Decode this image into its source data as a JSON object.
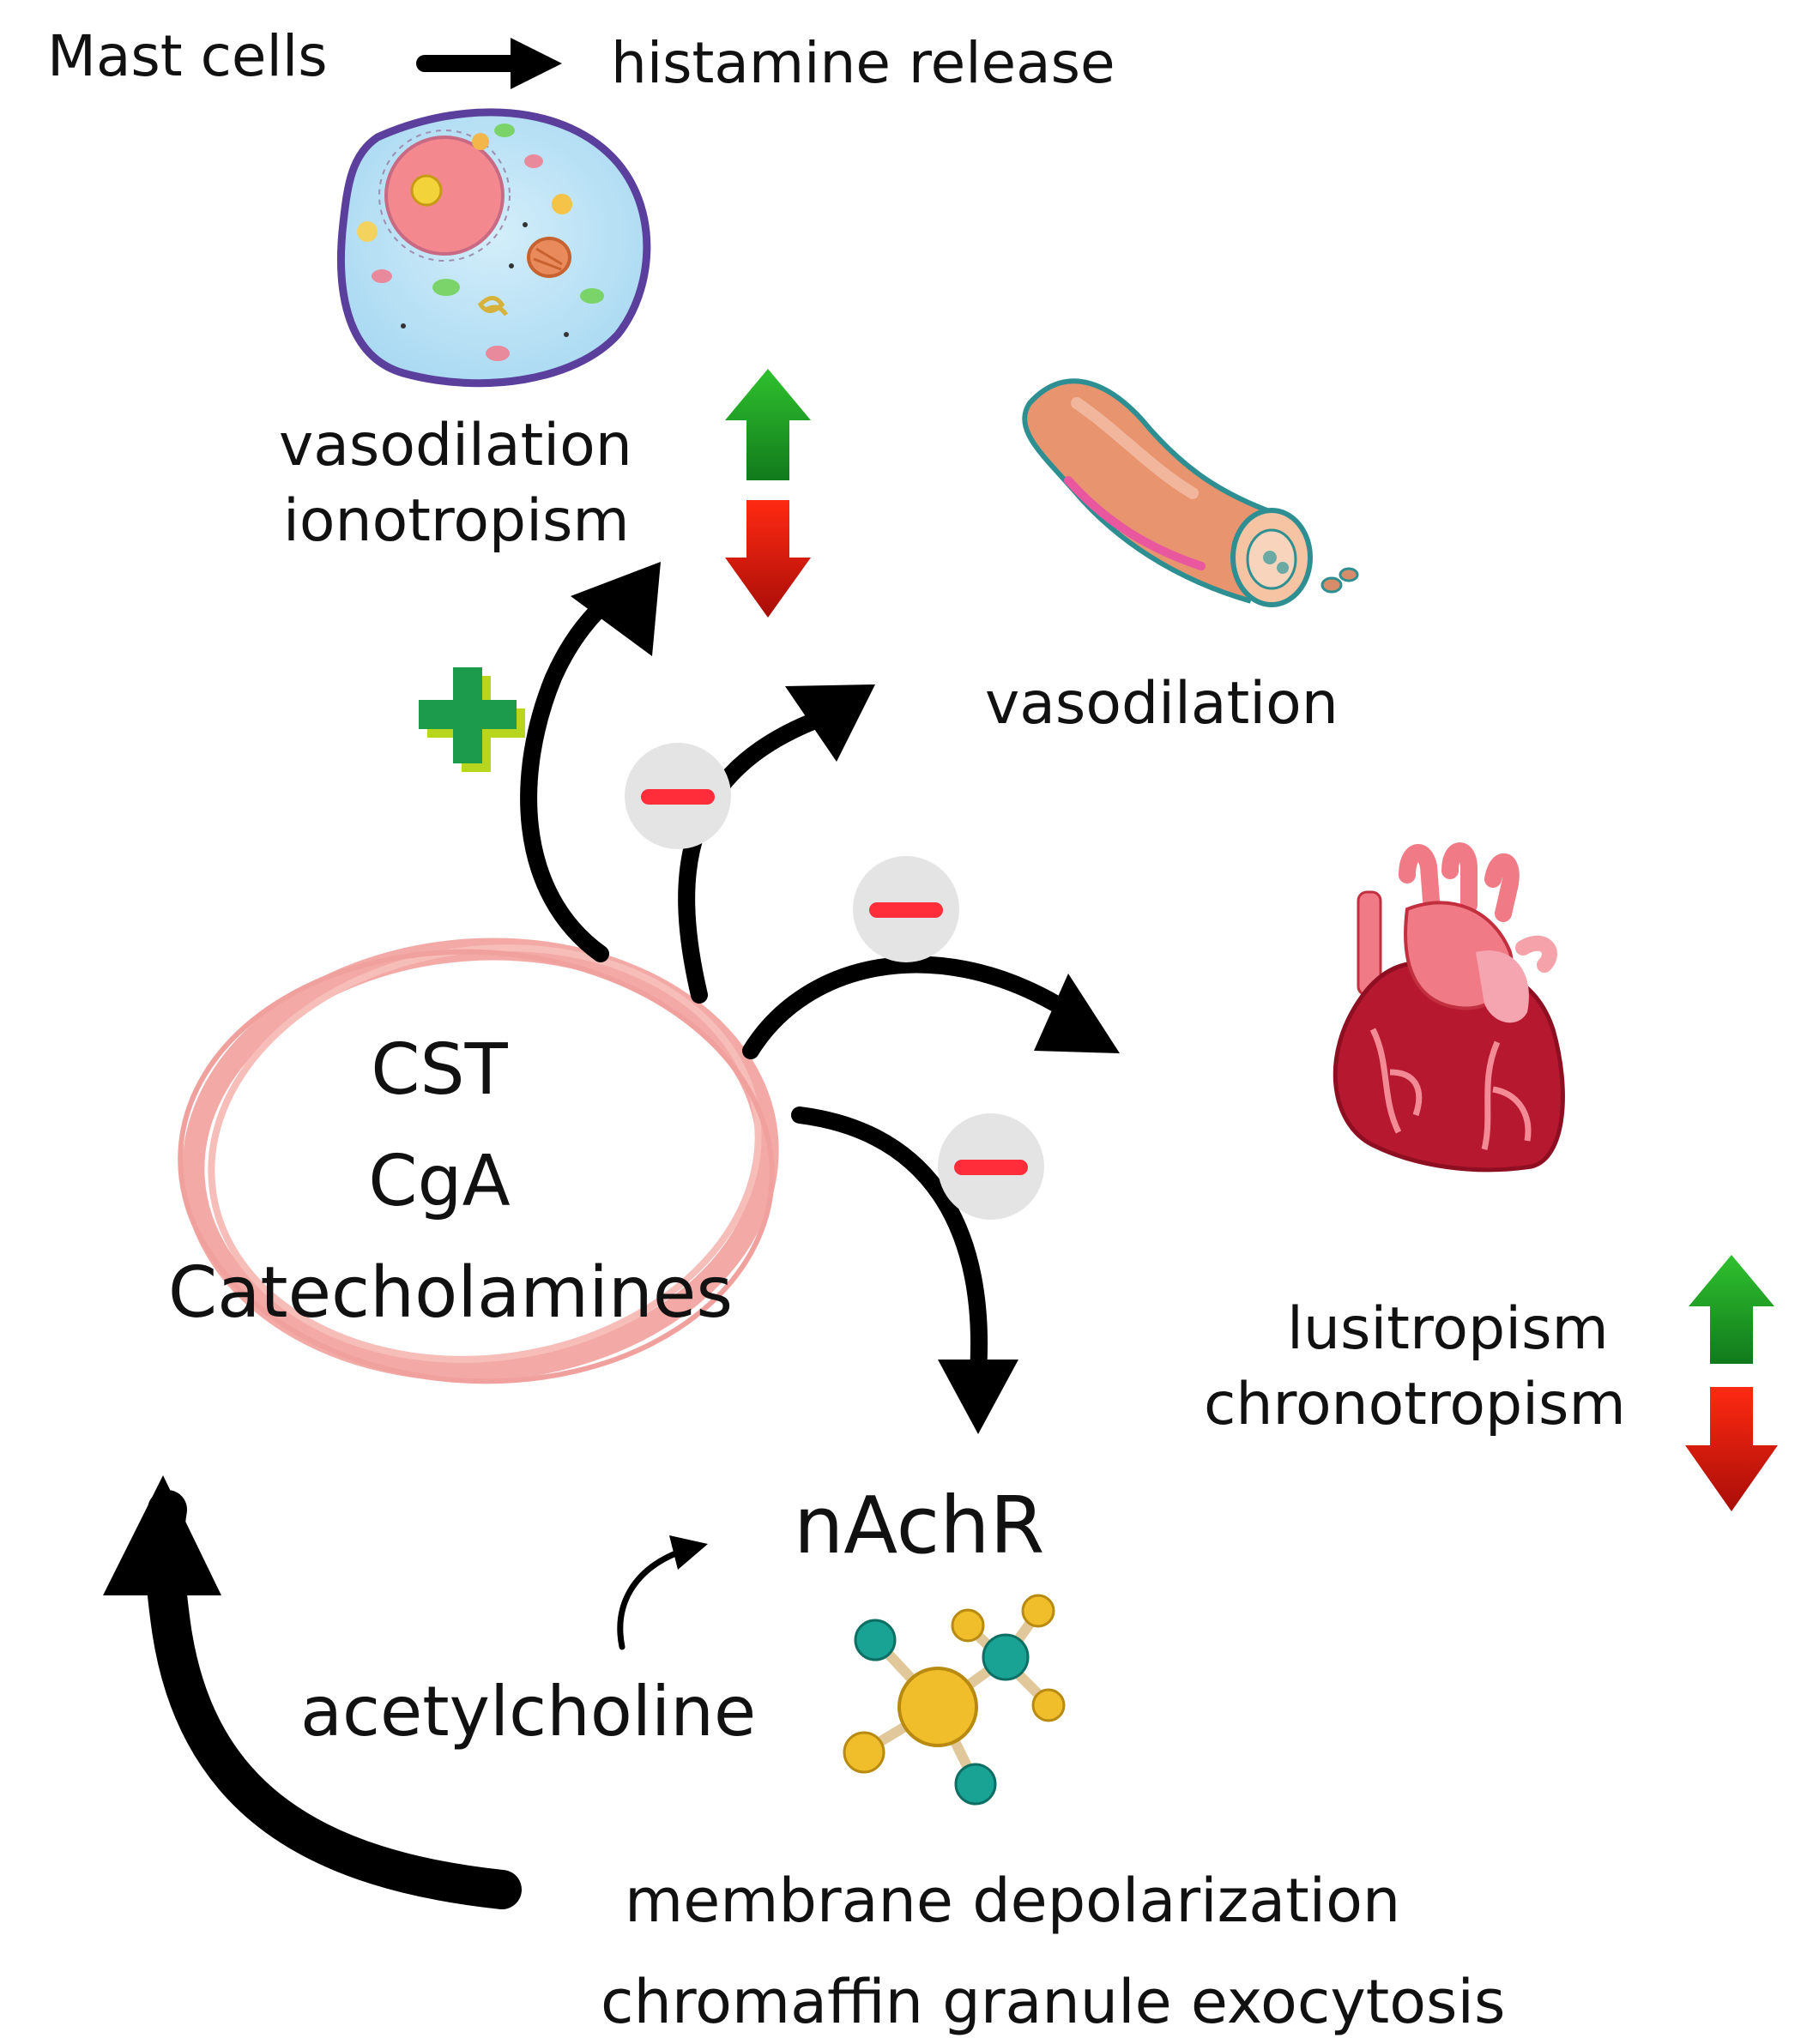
{
  "labels": {
    "mast_cells": "Mast cells",
    "histamine_release": "histamine release",
    "vasodilation_top": "vasodilation",
    "ionotropism": "ionotropism",
    "vasodilation_right": "vasodilation",
    "cst": "CST",
    "cga": "CgA",
    "catecholamines": "Catecholamines",
    "nachr": "nAchR",
    "acetylcholine": "acetylcholine",
    "lusitropism": "lusitropism",
    "chronotropism": "chronotropism",
    "membrane_depolarization": "membrane depolarization",
    "chromaffin_exocytosis": "chromaffin granule exocytosis"
  },
  "colors": {
    "arrow": "#000000",
    "up_arrow": "#1f9a2a",
    "down_arrow": "#d81a0e",
    "plus": "#1d9b4c",
    "minus_badge": "#e4e4e4",
    "minus_bar": "#ff2d3a",
    "ring": "#f3aaa6",
    "cell_body": "#bde3f5",
    "cell_outline": "#5b3f9c",
    "vessel": "#e79a7c",
    "heart": "#b5182f",
    "molecule_teal": "#19a394",
    "molecule_gold": "#f0bd2b"
  },
  "icons": [
    "mast-cell-icon",
    "blood-vessel-icon",
    "heart-icon",
    "molecule-icon"
  ]
}
